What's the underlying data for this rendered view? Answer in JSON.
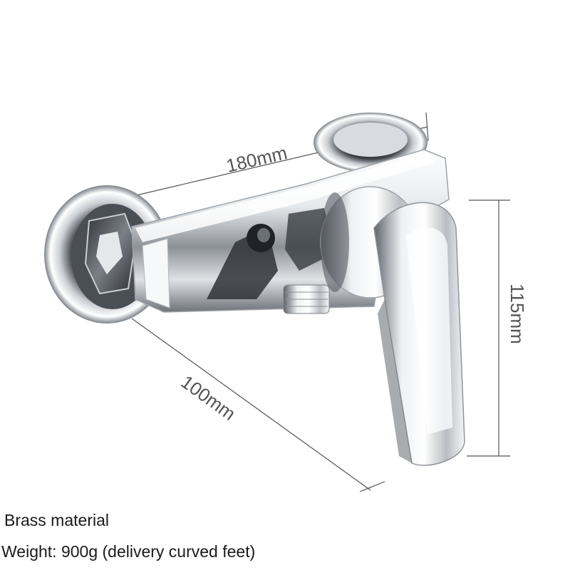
{
  "product": {
    "name_icon": "shower-mixer-faucet-photo"
  },
  "dimensions": {
    "length": "180mm",
    "depth": "100mm",
    "height": "115mm"
  },
  "captions": {
    "material": "Brass material",
    "weight": "Weight: 900g (delivery curved feet)"
  },
  "colors": {
    "background": "#ffffff",
    "chrome_light": "#f2f4f6",
    "chrome_dark": "#3a3d42",
    "dimension_line": "#555555"
  }
}
